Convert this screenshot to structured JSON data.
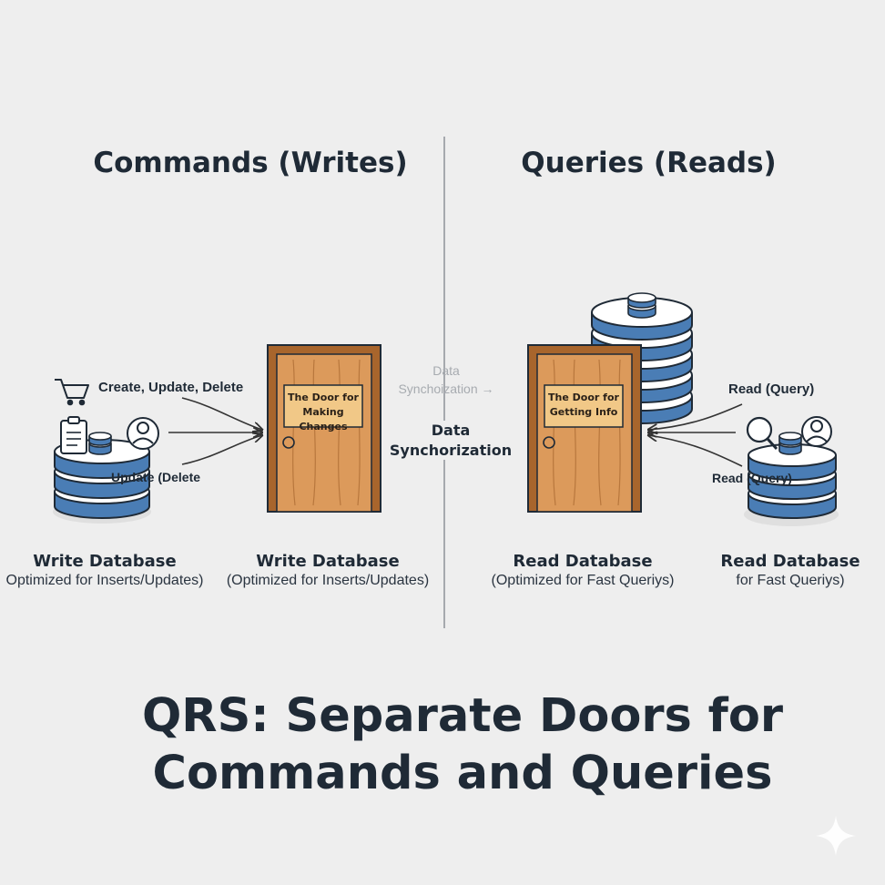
{
  "headings": {
    "left": "Commands (Writes)",
    "right": "Queries (Reads)"
  },
  "left": {
    "action_label": "Create, Update, Delete",
    "action_label_lower": "Update (Delete",
    "door_text": [
      "The Door for",
      "Making Changes"
    ],
    "db_captions": [
      {
        "title": "Write Database",
        "subtitle": "Optimized for Inserts/Updates)"
      },
      {
        "title": "Write Database",
        "subtitle": "(Optimized for Inserts/Updates)"
      }
    ]
  },
  "sync": {
    "faint_lines": [
      "Data",
      "Synchoization →"
    ],
    "main_lines": [
      "Data",
      "Synchorization"
    ]
  },
  "right": {
    "action_label_upper": "Read (Query)",
    "action_label_lower": "Read (Query)",
    "door_text": [
      "The Door for",
      "Getting Info"
    ],
    "db_captions": [
      {
        "title": "Read Database",
        "subtitle": "(Optimized for Fast Queriys)"
      },
      {
        "title": "Read Database",
        "subtitle": "for Fast Queriys)"
      }
    ]
  },
  "title_lines": [
    "QRS: Separate Doors for",
    "Commands and Queries"
  ],
  "icons": {
    "cart": "shopping-cart-icon",
    "clipboard": "clipboard-icon",
    "user": "user-icon",
    "search": "magnifier-icon",
    "database": "database-icon",
    "door": "door-icon",
    "sparkle": "sparkle-icon"
  },
  "colors": {
    "db_blue": "#4a7db5",
    "door_wood": "#dc9a5b",
    "door_frame": "#a8652c",
    "text": "#1f2a36",
    "background": "#eeeeee"
  }
}
